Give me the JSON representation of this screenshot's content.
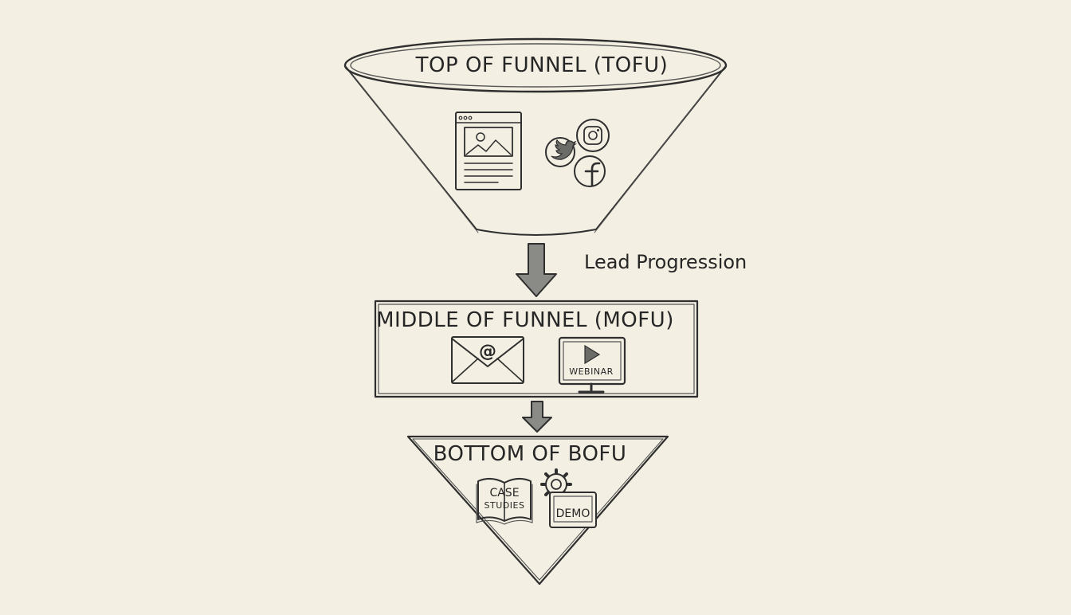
{
  "funnel": {
    "top": {
      "title": "TOP OF FUNNEL (TOFU)",
      "icons": [
        "blog-article-icon",
        "twitter-icon",
        "instagram-icon",
        "facebook-icon"
      ]
    },
    "progression_label": "Lead Progression",
    "middle": {
      "title": "MIDDLE OF FUNNEL (MOFU)",
      "icons": [
        "email-icon",
        "webinar-icon"
      ],
      "webinar_label": "WEBINAR"
    },
    "bottom": {
      "title": "BOTTOM OF BOFU",
      "icons": [
        "case-studies-icon",
        "demo-icon",
        "gear-icon"
      ],
      "case_studies_line1": "CASE",
      "case_studies_line2": "STUDIES",
      "demo_label": "DEMO"
    }
  },
  "colors": {
    "paper": "#f3efe2",
    "ink": "#2f2f2f",
    "arrow": "#8a8a86"
  }
}
